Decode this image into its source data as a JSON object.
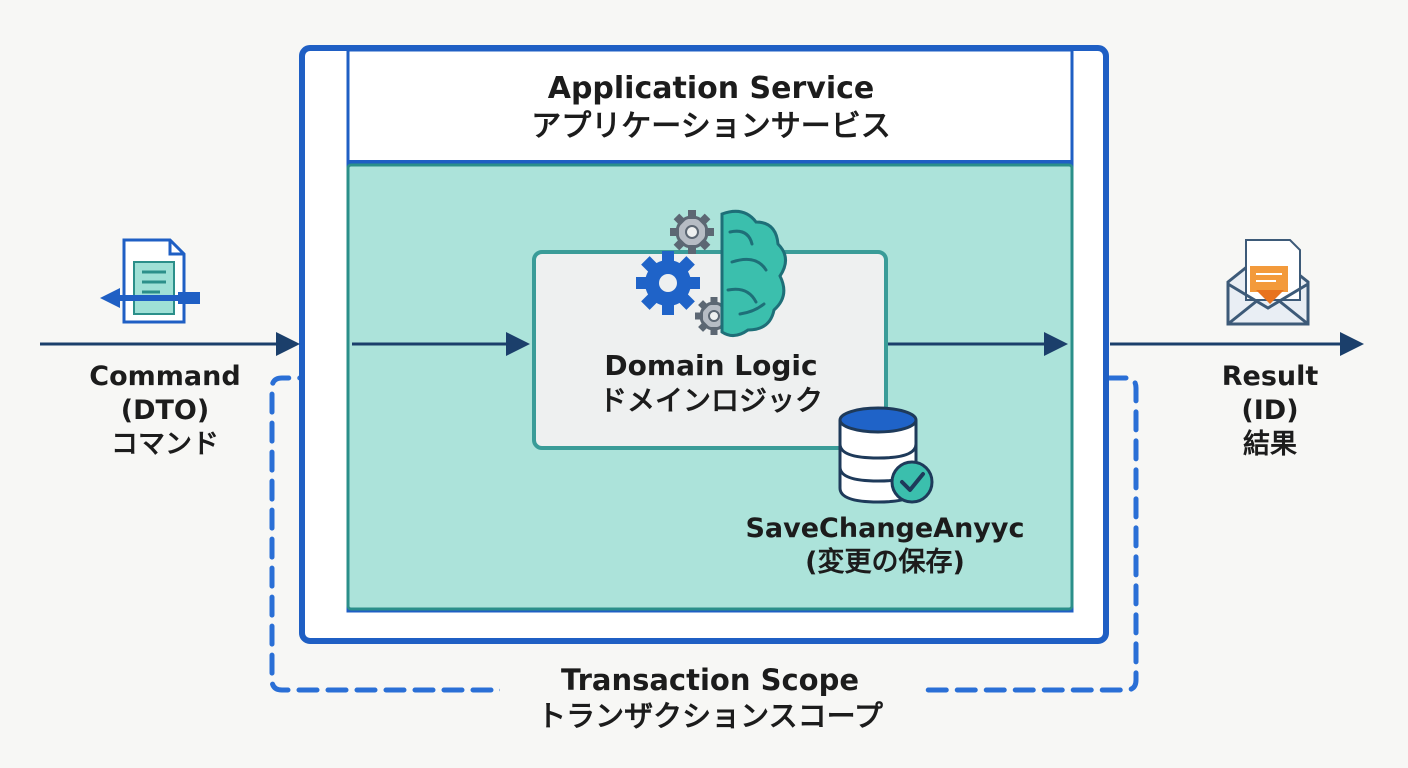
{
  "command": {
    "line1": "Command",
    "line2": "(DTO)",
    "line3": "コマンド"
  },
  "result": {
    "line1": "Result",
    "line2": "(ID)",
    "line3": "結果"
  },
  "application_service": {
    "title_en": "Application Service",
    "title_ja": "アプリケーションサービス"
  },
  "domain_logic": {
    "title_en": "Domain Logic",
    "title_ja": "ドメインロジック"
  },
  "save_changes": {
    "title_en": "SaveChangeAnyyc",
    "title_ja": "(変更の保存)"
  },
  "transaction_scope": {
    "title_en": "Transaction Scope",
    "title_ja": "トランザクションスコープ"
  },
  "colors": {
    "outer_border": "#1f5fc4",
    "inner_fill": "#ace3da",
    "inner_border": "#2b8f8a",
    "arrow": "#1b3f6b",
    "dashed": "#2a6fd6",
    "teal_icon": "#3bbfad"
  },
  "icons": [
    "document-arrow-icon",
    "gears-brain-icon",
    "database-check-icon",
    "envelope-icon"
  ]
}
